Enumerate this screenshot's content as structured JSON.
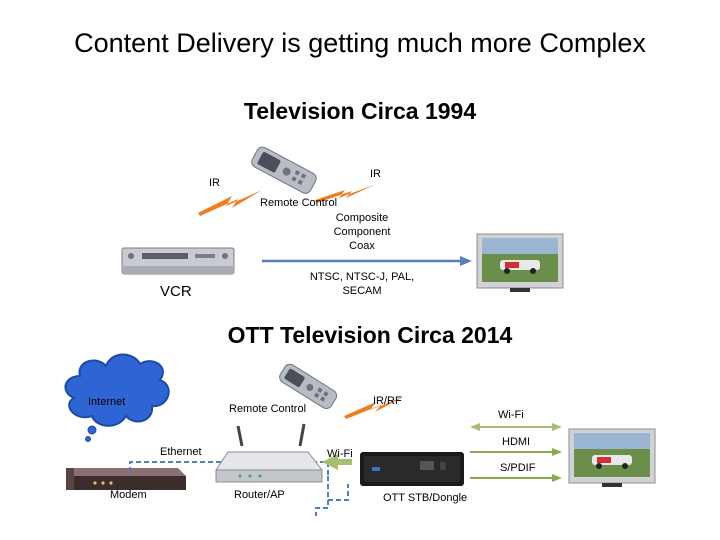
{
  "slide": {
    "title": "Content Delivery is getting much more Complex"
  },
  "section_1994": {
    "heading": "Television Circa 1994",
    "ir_left": "IR",
    "ir_right": "IR",
    "remote_label": "Remote Control",
    "connection_lines": [
      "Composite",
      "Component",
      "Coax"
    ],
    "standard_lines": [
      "NTSC, NTSC-J, PAL,",
      "SECAM"
    ],
    "vcr_label": "VCR"
  },
  "section_2014": {
    "heading": "OTT Television Circa 2014",
    "internet_label": "Internet",
    "remote_label": "Remote Control",
    "irrf_label": "IR/RF",
    "wifi_right": "Wi-Fi",
    "hdmi_label": "HDMI",
    "spdif_label": "S/PDIF",
    "ethernet_label": "Ethernet",
    "wifi_middle": "Wi-Fi",
    "modem_label": "Modem",
    "router_label": "Router/AP",
    "stb_label": "OTT STB/Dongle"
  },
  "colors": {
    "signal_line": "#5b7fb4",
    "ir_beam": "#f07d1e",
    "wifi_arrow": "#a5bf70",
    "hdmi_arrow": "#8aaa4c",
    "ethernet_dash": "#4f7fc0",
    "cloud_fill": "#2f64d4",
    "cloud_stroke": "#1c4aa8"
  },
  "icons": [
    "remote-control-icon",
    "vcr-icon",
    "tv-icon",
    "cloud-icon",
    "modem-icon",
    "router-icon",
    "stb-icon"
  ]
}
